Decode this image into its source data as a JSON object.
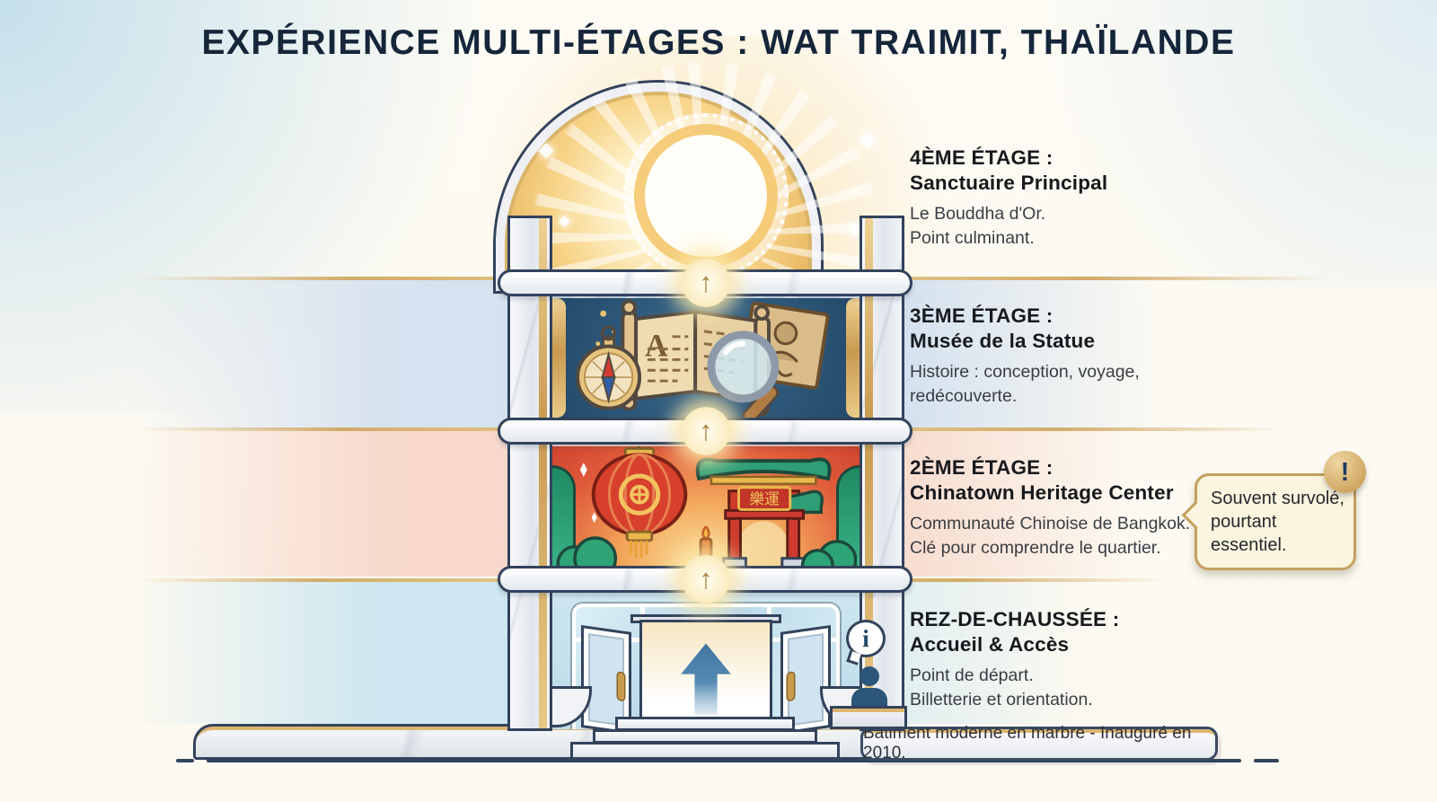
{
  "title": "EXPÉRIENCE MULTI-ÉTAGES : WAT TRAIMIT, THAÏLANDE",
  "floors": [
    {
      "heading1": "4ÈME ÉTAGE :",
      "heading2": "Sanctuaire Principal",
      "desc1": "Le Bouddha d'Or.",
      "desc2": "Point culminant."
    },
    {
      "heading1": "3ÈME ÉTAGE :",
      "heading2": "Musée de la Statue",
      "desc1": "Histoire : conception, voyage,",
      "desc2": "redécouverte."
    },
    {
      "heading1": "2ÈME ÉTAGE :",
      "heading2": "Chinatown Heritage Center",
      "desc1": "Communauté Chinoise de Bangkok.",
      "desc2": "Clé pour comprendre le quartier."
    },
    {
      "heading1": "REZ-DE-CHAUSSÉE :",
      "heading2": "Accueil & Accès",
      "desc1": "Point de départ.",
      "desc2": "Billetterie et orientation."
    }
  ],
  "callout": {
    "line1": "Souvent survolé,",
    "line2": "pourtant essentiel.",
    "badge": "!"
  },
  "plaque": "Bâtiment moderne en marbre - Inauguré en 2010.",
  "museum": {
    "book_letter": "A"
  },
  "chinatown": {
    "gate_sign": "樂運"
  },
  "ground": {
    "info_symbol": "i"
  },
  "arrow_glyph": "↑",
  "colors": {
    "accent_gold": "#C9A35C",
    "navy": "#33435C",
    "floor3_blue": "#2A5273",
    "floor2_red": "#D94F3D",
    "callout_bg": "#FBF4DE",
    "band_blue": "#D6E2F0",
    "band_pink": "#F8D8CB",
    "band_cyan": "#CBE6F0"
  }
}
